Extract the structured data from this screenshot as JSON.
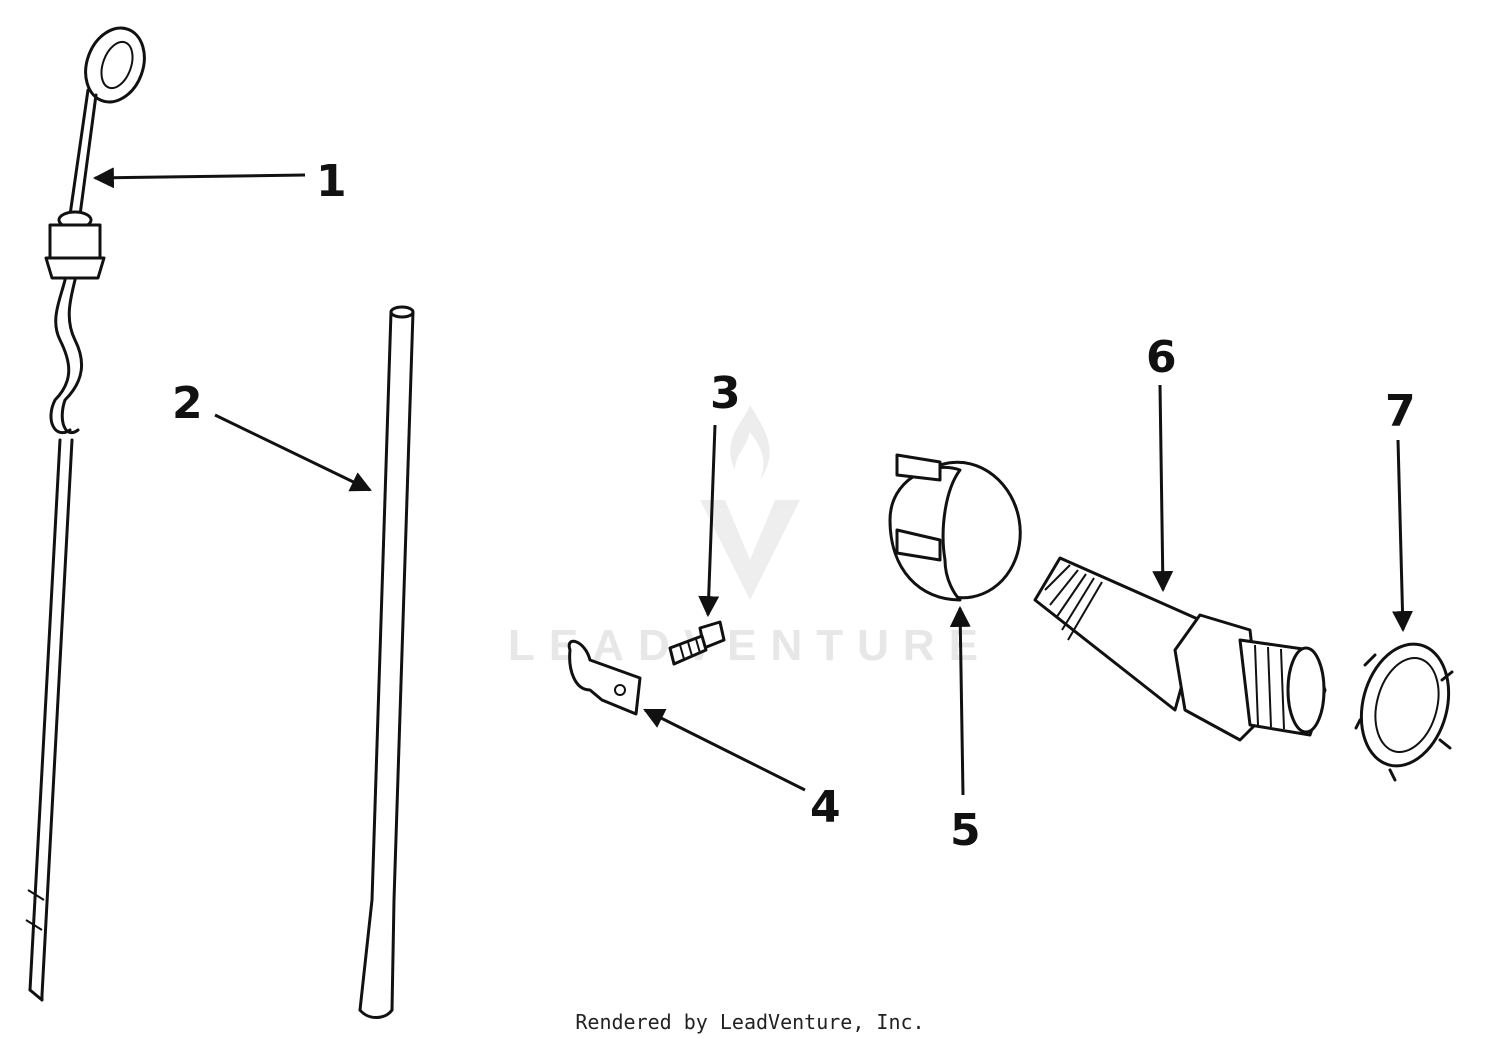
{
  "diagram": {
    "callouts": [
      "1",
      "2",
      "3",
      "4",
      "5",
      "6",
      "7"
    ],
    "watermark": "LEADVENTURE"
  },
  "footer": {
    "credit": "Rendered by LeadVenture, Inc."
  },
  "colors": {
    "ink": "#111111",
    "watermark": "#e7e7e7",
    "background": "#ffffff"
  }
}
